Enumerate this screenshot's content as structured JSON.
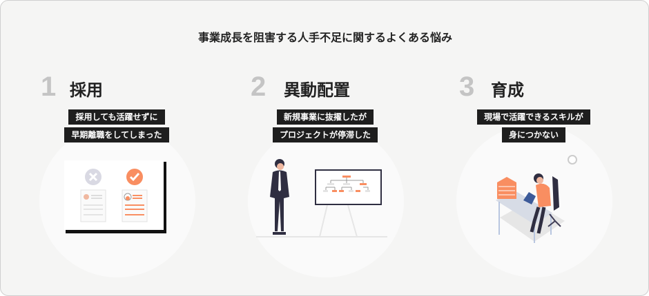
{
  "title": "事業成長を阻害する人手不足に関するよくある悩み",
  "items": [
    {
      "number": "1",
      "heading": "採用",
      "lines": [
        "採用しても活躍せずに",
        "早期離職をしてしまった"
      ]
    },
    {
      "number": "2",
      "heading": "異動配置",
      "lines": [
        "新規事業に抜擢したが",
        "プロジェクトが停滞した"
      ]
    },
    {
      "number": "3",
      "heading": "育成",
      "lines": [
        "現場で活躍できるスキルが",
        "身につかない"
      ]
    }
  ],
  "colors": {
    "accent": "#f98e61",
    "tag_bg": "#1e1e1e",
    "number": "#c4c4c4",
    "background": "#f5f5f4"
  }
}
